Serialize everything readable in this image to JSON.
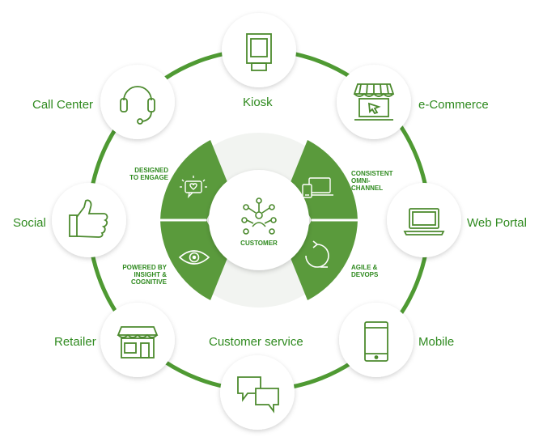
{
  "center": {
    "label": "CUSTOMER",
    "icon": "network-person-icon"
  },
  "pillars": [
    {
      "id": "engage",
      "lines": [
        "DESIGNED",
        "TO ENGAGE"
      ],
      "icon": "chat-heart-icon"
    },
    {
      "id": "omni",
      "lines": [
        "CONSISTENT",
        "OMNI-",
        "CHANNEL"
      ],
      "icon": "devices-icon"
    },
    {
      "id": "insight",
      "lines": [
        "POWERED BY",
        "INSIGHT &",
        "COGNITIVE"
      ],
      "icon": "eye-icon"
    },
    {
      "id": "agile",
      "lines": [
        "AGILE &",
        "DEVOPS"
      ],
      "icon": "cycle-arrow-icon"
    }
  ],
  "channels": [
    {
      "id": "kiosk",
      "label": "Kiosk",
      "icon": "kiosk-icon"
    },
    {
      "id": "ecommerce",
      "label": "e-Commerce",
      "icon": "storefront-cart-icon"
    },
    {
      "id": "webportal",
      "label": "Web Portal",
      "icon": "laptop-icon"
    },
    {
      "id": "mobile",
      "label": "Mobile",
      "icon": "mobile-phone-icon"
    },
    {
      "id": "customerservice",
      "label": "Customer service",
      "icon": "chat-bubbles-icon"
    },
    {
      "id": "retailer",
      "label": "Retailer",
      "icon": "shop-icon"
    },
    {
      "id": "social",
      "label": "Social",
      "icon": "thumbs-up-icon"
    },
    {
      "id": "callcenter",
      "label": "Call Center",
      "icon": "headset-icon"
    }
  ],
  "colors": {
    "green": "#5a9a3c",
    "dark_green": "#2f8a1f",
    "icon_green": "#4c8a2e",
    "ring": "#4f9a33"
  }
}
